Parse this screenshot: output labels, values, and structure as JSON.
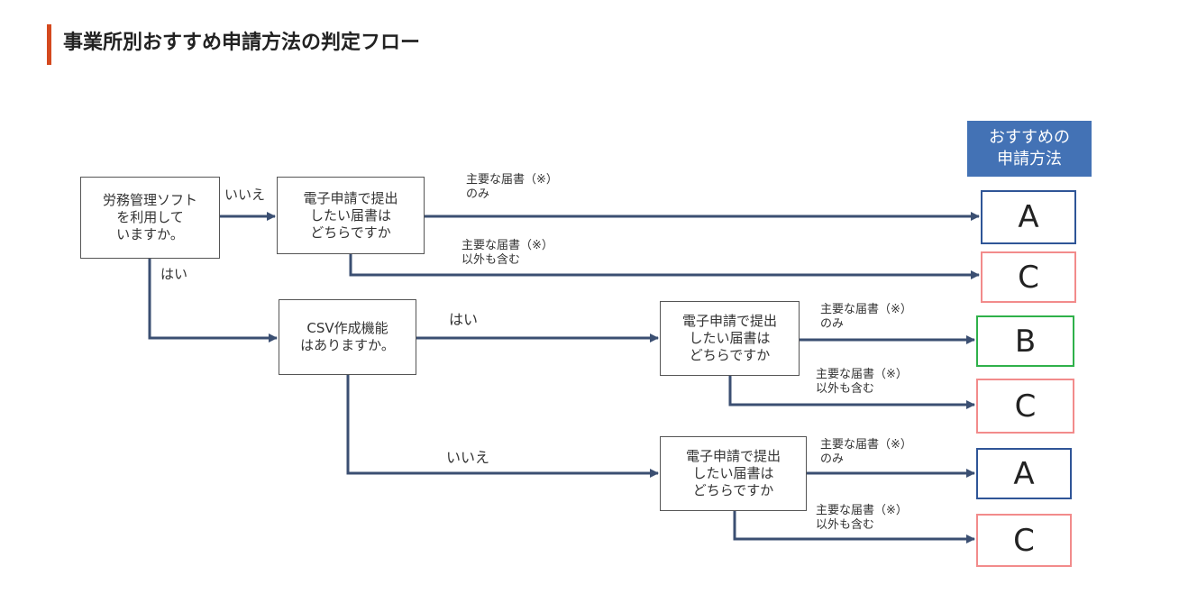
{
  "page_title": "事業所別おすすめ申請方法の判定フロー",
  "header": {
    "line1": "おすすめの",
    "line2": "申請方法"
  },
  "nodes": {
    "q1": {
      "line1": "労務管理ソフト",
      "line2": "を利用して",
      "line3": "いますか。"
    },
    "q2": {
      "line1": "電子申請で提出",
      "line2": "したい届書は",
      "line3": "どちらですか"
    },
    "q3": {
      "line1": "CSV作成機能",
      "line2": "はありますか。"
    },
    "q4": {
      "line1": "電子申請で提出",
      "line2": "したい届書は",
      "line3": "どちらですか"
    },
    "q5": {
      "line1": "電子申請で提出",
      "line2": "したい届書は",
      "line3": "どちらですか"
    }
  },
  "edges": {
    "q1_no": "いいえ",
    "q1_yes": "はい",
    "q3_yes": "はい",
    "q3_no": "いいえ",
    "only_main_l1": "主要な届書（※）",
    "only_main_l2": "のみ",
    "incl_other_l1": "主要な届書（※）",
    "incl_other_l2": "以外も含む"
  },
  "results": [
    "A",
    "C",
    "B",
    "C",
    "A",
    "C"
  ],
  "colors": {
    "accent": "#d4491e",
    "header": "#4372b5",
    "arrow": "#3b4f72",
    "blue": "#2f5597",
    "pink": "#f28b8b",
    "green": "#2fb14a"
  }
}
